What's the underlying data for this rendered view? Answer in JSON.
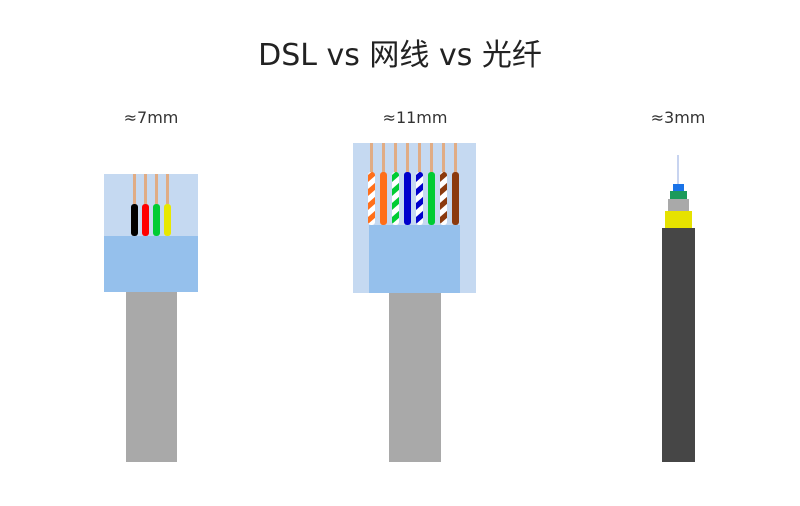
{
  "title": "DSL vs 网线 vs 光纤",
  "connectors": [
    {
      "id": "dsl",
      "size_label": "≈7mm"
    },
    {
      "id": "ethernet",
      "size_label": "≈11mm"
    },
    {
      "id": "fiber",
      "size_label": "≈3mm"
    }
  ],
  "colors": {
    "connector_top": "#c5d9f1",
    "connector_body": "#95c0ec",
    "cable_gray": "#a9a9a9",
    "fiber_jacket": "#464646",
    "pin_copper": "#e0ac85",
    "dsl_wires": [
      "#000000",
      "#ff0000",
      "#00cc33",
      "#e8e800"
    ],
    "ethernet_wires": [
      "orange-white",
      "#ff6f1a",
      "green-white",
      "#0000cc",
      "blue-white",
      "#00cc33",
      "brown-white",
      "#8b3a0e"
    ],
    "fiber_core": "#c8d4f0",
    "fiber_blue": "#1a73e8",
    "fiber_green": "#1b9a5a",
    "fiber_gray": "#a9a9a9",
    "fiber_yellow": "#e6e200"
  }
}
